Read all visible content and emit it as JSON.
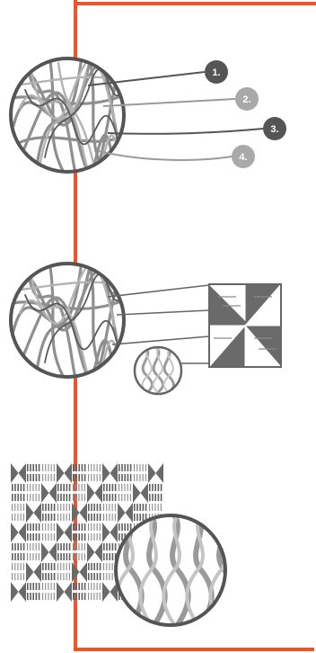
{
  "colors": {
    "frame": "#e8562a",
    "dark": "#555555",
    "mid": "#8a8a8a",
    "light": "#b0b0b0",
    "background": "#ffffff"
  },
  "callouts": [
    {
      "label": "1.",
      "color": "#555555"
    },
    {
      "label": "2.",
      "color": "#a9a9a9"
    },
    {
      "label": "3.",
      "color": "#555555"
    },
    {
      "label": "4.",
      "color": "#a9a9a9"
    }
  ],
  "icons": [
    "fiber-tangle-icon",
    "weave-pattern-icon",
    "twisted-yarn-icon",
    "pattern-grid-icon"
  ]
}
